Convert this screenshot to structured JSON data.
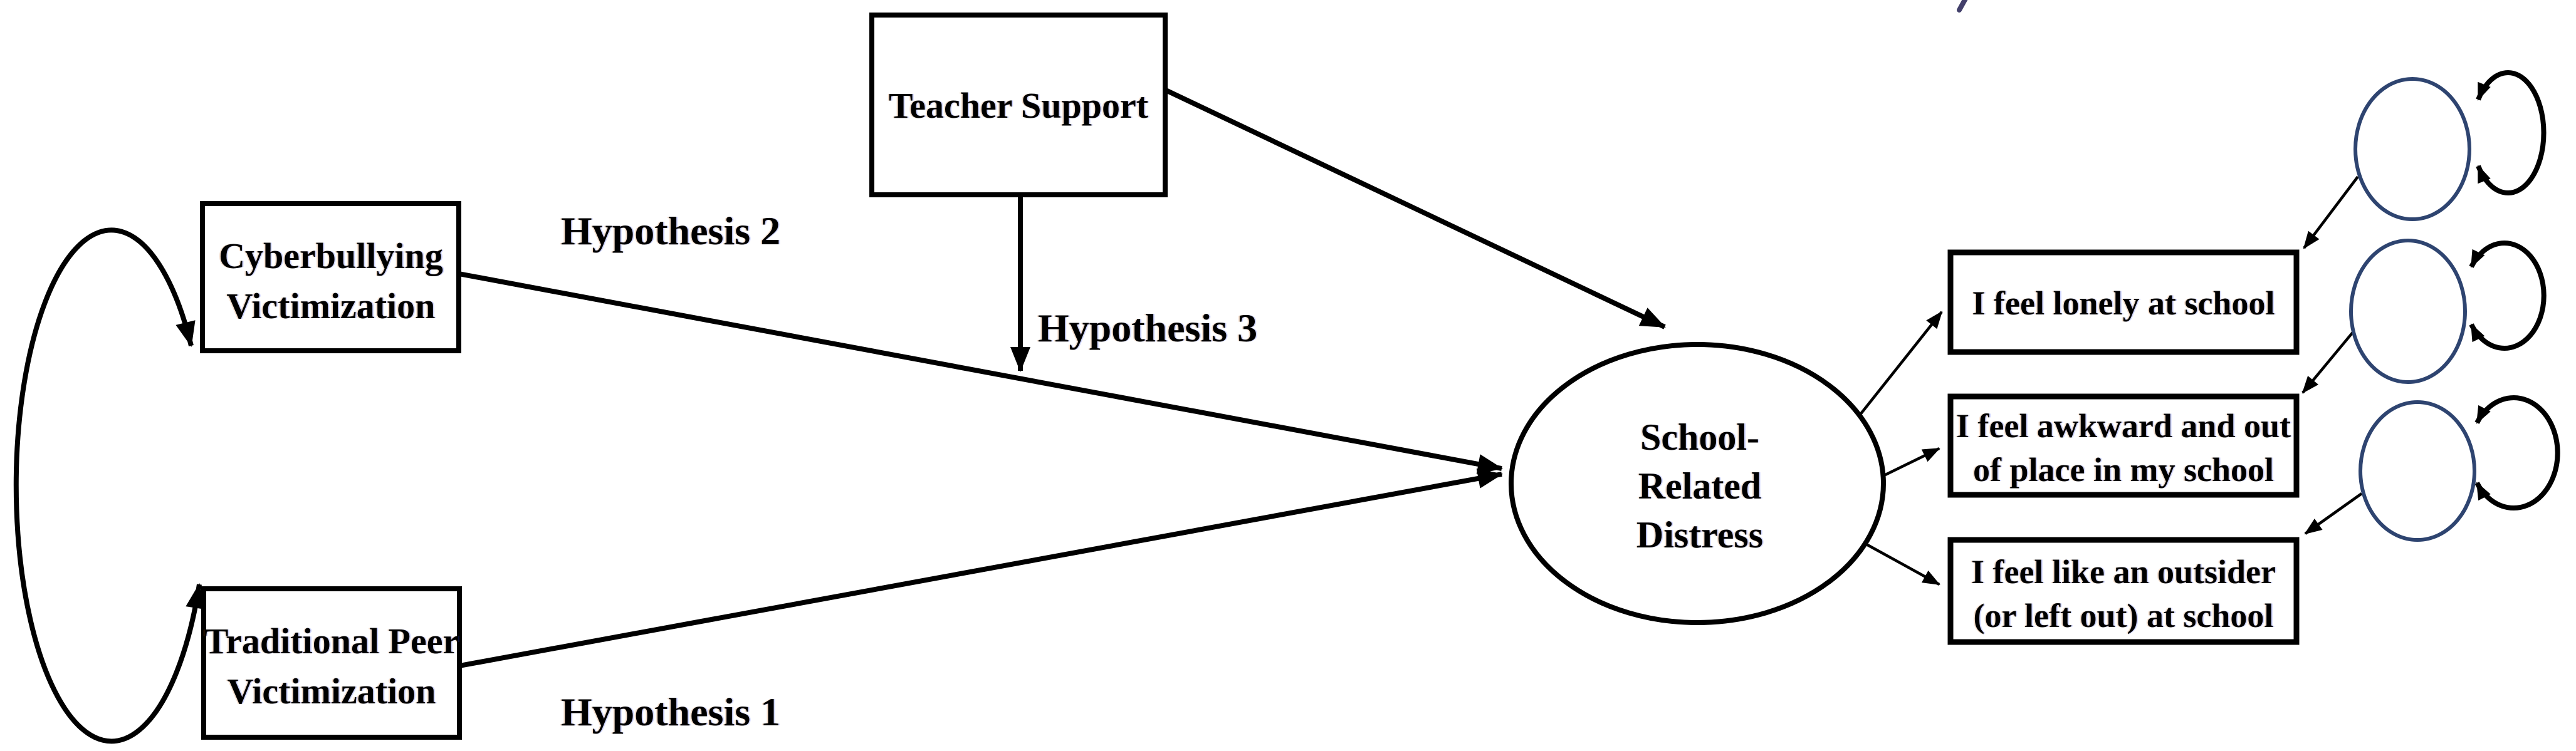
{
  "diagram": {
    "title_hint": "SEM path model of victimization, teacher support and school-related distress",
    "nodes": {
      "teacher_support": {
        "label": "Teacher Support"
      },
      "cyberbullying": {
        "line1": "Cyberbullying",
        "line2": "Victimization"
      },
      "traditional": {
        "line1": "Traditional Peer",
        "line2": "Victimization"
      },
      "distress": {
        "line1": "School-",
        "line2": "Related",
        "line3": "Distress"
      },
      "indicator1": {
        "line1": "I feel lonely at school"
      },
      "indicator2": {
        "line1": "I feel awkward and out",
        "line2": "of place in my school"
      },
      "indicator3": {
        "line1": "I feel like an outsider",
        "line2": "(or left out) at school"
      }
    },
    "labels": {
      "hypothesis1": "Hypothesis 1",
      "hypothesis2": "Hypothesis 2",
      "hypothesis3": "Hypothesis 3"
    },
    "colors": {
      "line": "#000000",
      "error_circle": "#2e4470",
      "text": "#000000"
    }
  }
}
